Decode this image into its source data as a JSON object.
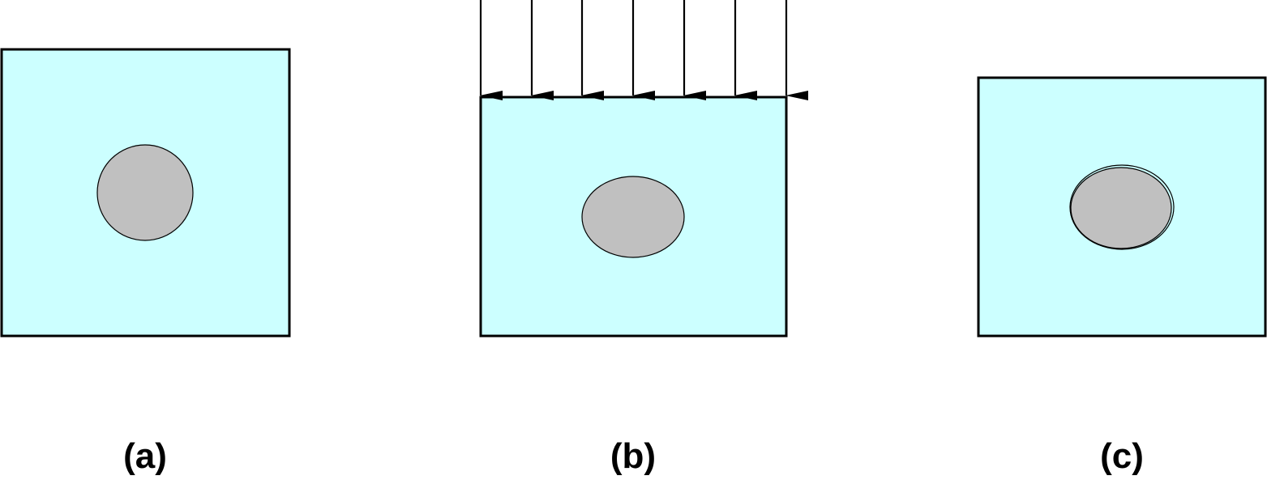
{
  "colors": {
    "matrix_fill": "#ccffff",
    "inclusion_fill": "#c0c0c0",
    "outline": "#000000",
    "background": "#ffffff"
  },
  "panels": [
    {
      "label": "(a)",
      "state": "undeformed matrix with circular inclusion"
    },
    {
      "label": "(b)",
      "state": "matrix compressed by distributed load, inclusion deformed to ellipse"
    },
    {
      "label": "(c)",
      "state": "unloaded matrix with residual elliptical inclusion outline"
    }
  ],
  "load_arrows": {
    "count": 7,
    "icon": "down-arrow-icon"
  }
}
